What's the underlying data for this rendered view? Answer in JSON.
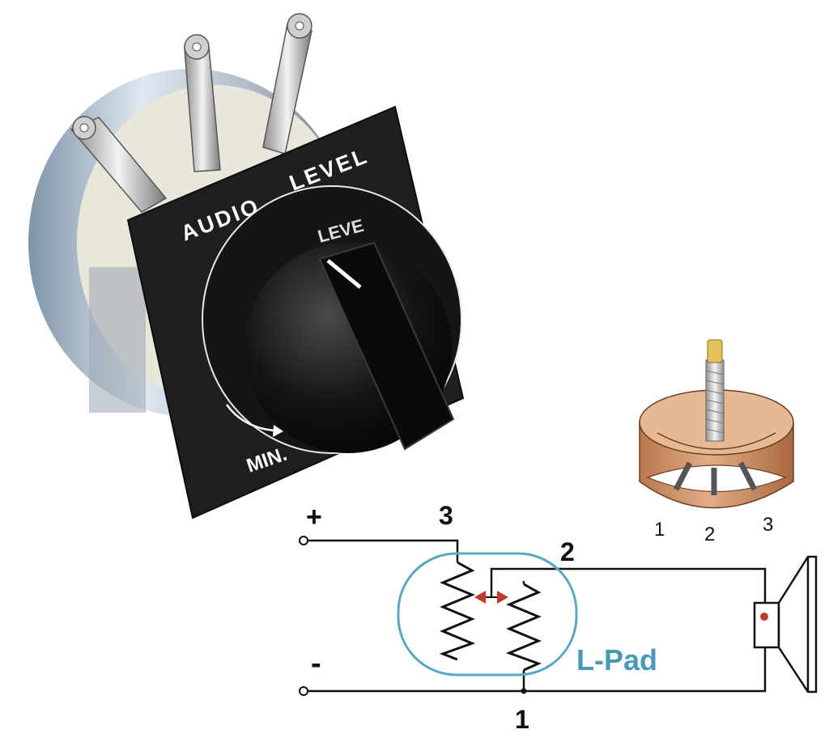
{
  "photo": {
    "panel_text_left": "AUDIO",
    "panel_text_right": "LEVEL",
    "knob_min_label": "MIN.",
    "knob_dial_text": "LEVE"
  },
  "pot_diagram": {
    "pin_labels": [
      "1",
      "2",
      "3"
    ]
  },
  "schematic": {
    "plus_label": "+",
    "minus_label": "-",
    "terminal_3_label": "3",
    "terminal_2_label": "2",
    "terminal_1_label": "1",
    "lpad_label": "L-Pad"
  },
  "colors": {
    "lpad_outline": "#5aa7c0",
    "lpad_text": "#4a98b5",
    "arrow": "#c0392b",
    "pot_body": "#d8a27a",
    "panel": "#1f1f1f"
  }
}
